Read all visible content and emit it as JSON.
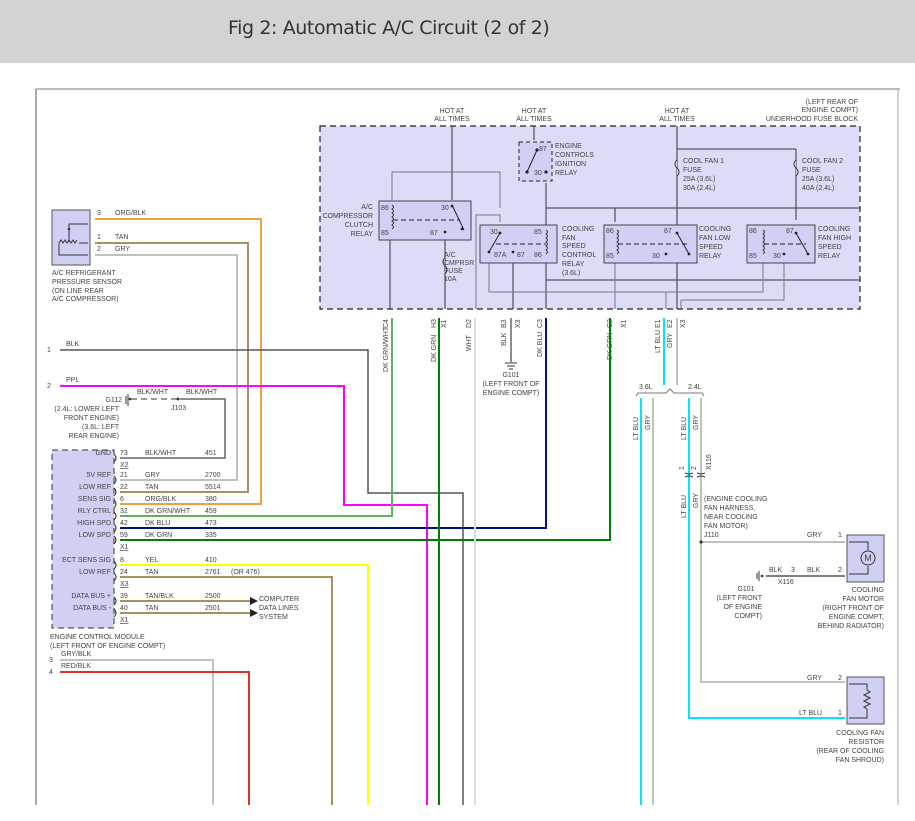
{
  "header": {
    "title": "Fig 2: Automatic A/C Circuit (2 of 2)"
  },
  "colors": {
    "header_bg": "#d3d3d3",
    "fuse_block_fill": "#dcdcf8",
    "component_fill": "#d0d0f5",
    "wire_org_blk": "#f0a040",
    "wire_tan": "#a89060",
    "wire_gry": "#c0c0c0",
    "wire_blk": "#555555",
    "wire_ppl": "#ff00ff",
    "wire_dk_grn": "#008000",
    "wire_dk_grn_wht": "#60b060",
    "wire_dk_blu": "#001080",
    "wire_yel": "#ffff00",
    "wire_red_blk": "#e03030",
    "wire_lt_blu": "#00e5ff",
    "wire_wht": "#dddddd"
  },
  "fuse_block": {
    "location": [
      "(LEFT REAR OF",
      "ENGINE COMPT)",
      "UNDERHOOD FUSE BLOCK"
    ],
    "hot_labels": [
      [
        "HOT AT",
        "ALL TIMES"
      ],
      [
        "HOT AT",
        "ALL TIMES"
      ],
      [
        "HOT AT",
        "ALL TIMES"
      ]
    ],
    "ignition_relay": {
      "label": [
        "ENGINE",
        "CONTROLS",
        "IGNITION",
        "RELAY"
      ],
      "pins": [
        "87",
        "30"
      ]
    },
    "cool_fan_1_fuse": {
      "label": [
        "COOL FAN 1",
        "FUSE",
        "25A  (3.6L)",
        "30A  (2.4L)"
      ]
    },
    "cool_fan_2_fuse": {
      "label": [
        "COOL FAN 2",
        "FUSE",
        "25A   (3.6L)",
        "40A   (2.4L)"
      ]
    },
    "ac_clutch_relay": {
      "label": [
        "A/C",
        "COMPRESSOR",
        "CLUTCH",
        "RELAY"
      ],
      "pins": [
        "86",
        "30",
        "85",
        "87"
      ]
    },
    "ac_fuse": {
      "label": [
        "A/C",
        "CMPRSR",
        "FUSE",
        "10A"
      ]
    },
    "speed_control_relay": {
      "label": [
        "COOLING",
        "FAN",
        "SPEED",
        "CONTROL",
        "RELAY",
        "(3.6L)"
      ],
      "pins": [
        "30",
        "85",
        "87A",
        "87",
        "86"
      ]
    },
    "low_speed_relay": {
      "label": [
        "COOLING",
        "FAN LOW",
        "SPEED",
        "RELAY"
      ],
      "pins": [
        "86",
        "87",
        "85",
        "30"
      ]
    },
    "high_speed_relay": {
      "label": [
        "COOLING",
        "FAN HIGH",
        "SPEED",
        "RELAY"
      ],
      "pins": [
        "86",
        "87",
        "85",
        "30"
      ]
    },
    "connectors": [
      {
        "pin": "C4",
        "conn": "",
        "wire": "DK GRN/WHT"
      },
      {
        "pin": "H3",
        "conn": "X1",
        "wire": "DK GRN"
      },
      {
        "pin": "D2",
        "conn": "",
        "wire": "WHT"
      },
      {
        "pin": "B3",
        "conn": "X3",
        "wire": "BLK"
      },
      {
        "pin": "C3",
        "conn": "",
        "wire": "DK BLU"
      },
      {
        "pin": "C2",
        "conn": "X1",
        "wire": "DK GRN"
      },
      {
        "pin": "E1",
        "conn": "",
        "wire": "LT BLU"
      },
      {
        "pin": "E2",
        "conn": "",
        "wire": "GRY"
      },
      {
        "pin": "",
        "conn": "X3",
        "wire": ""
      }
    ]
  },
  "ground_g101_top": {
    "id": "G101",
    "location": [
      "(LEFT FRONT OF",
      "ENGINE COMPT)"
    ]
  },
  "pressure_sensor": {
    "label": [
      "A/C REFRIGERANT",
      "PRESSURE SENSOR",
      "(ON LINE REAR",
      "A/C COMPRESSOR)"
    ],
    "pins": [
      {
        "pin": "3",
        "wire": "ORG/BLK"
      },
      {
        "pin": "1",
        "wire": "TAN"
      },
      {
        "pin": "2",
        "wire": "GRY"
      }
    ]
  },
  "offpage": [
    {
      "pin": "1",
      "wire": "BLK"
    },
    {
      "pin": "2",
      "wire": "PPL"
    },
    {
      "pin": "3",
      "wire": "GRY/BLK"
    },
    {
      "pin": "4",
      "wire": "RED/BLK"
    }
  ],
  "ground_g112": {
    "id": "G112",
    "wire_left": "BLK/WHT",
    "wire_right": "BLK/WHT",
    "splice": "J103",
    "location": [
      "(2.4L: LOWER LEFT",
      "FRONT ENGINE)",
      "(3.6L: LEFT",
      "REAR ENGINE)"
    ]
  },
  "ecm": {
    "label": [
      "ENGINE CONTROL MODULE",
      "(LEFT FRONT OF ENGINE COMPT)"
    ],
    "rows": [
      {
        "func": "GND",
        "pin": "73",
        "wire": "BLK/WHT",
        "circuit": "451",
        "conn": "X2"
      },
      {
        "func": "5V REF",
        "pin": "21",
        "wire": "GRY",
        "circuit": "2700",
        "conn": ""
      },
      {
        "func": "LOW REF",
        "pin": "22",
        "wire": "TAN",
        "circuit": "5514",
        "conn": ""
      },
      {
        "func": "SENS SIG",
        "pin": "6",
        "wire": "ORG/BLK",
        "circuit": "380",
        "conn": ""
      },
      {
        "func": "RLY CTRL",
        "pin": "32",
        "wire": "DK GRN/WHT",
        "circuit": "459",
        "conn": ""
      },
      {
        "func": "HIGH SPD",
        "pin": "42",
        "wire": "DK BLU",
        "circuit": "473",
        "conn": ""
      },
      {
        "func": "LOW SPD",
        "pin": "59",
        "wire": "DK GRN",
        "circuit": "335",
        "conn": "X1"
      },
      {
        "func": "ECT SENS SIG",
        "pin": "8",
        "wire": "YEL",
        "circuit": "410",
        "conn": ""
      },
      {
        "func": "LOW REF",
        "pin": "24",
        "wire": "TAN",
        "circuit": "2761",
        "note": "(OR 476)",
        "conn": "X3"
      },
      {
        "func": "DATA BUS +",
        "pin": "39",
        "wire": "TAN/BLK",
        "circuit": "2500",
        "conn": ""
      },
      {
        "func": "DATA BUS -",
        "pin": "40",
        "wire": "TAN",
        "circuit": "2501",
        "conn": "X1"
      }
    ],
    "data_lines": [
      "COMPUTER",
      "DATA LINES",
      "SYSTEM"
    ]
  },
  "fan_branch": {
    "variant_36": "3.6L",
    "variant_24": "2.4L",
    "wires": [
      "LT BLU",
      "GRY",
      "LT BLU",
      "GRY"
    ],
    "harness_conn": "X116",
    "harness_pins": [
      "1",
      "2"
    ],
    "harness_wires": [
      "LT BLU",
      "GRY"
    ],
    "harness_label": [
      "(ENGINE COOLING",
      "FAN HARNESS,",
      "NEAR COOLING",
      "FAN MOTOR)"
    ],
    "splice": "J110"
  },
  "fan_motor": {
    "label": [
      "COOLING",
      "FAN MOTOR",
      "(RIGHT FRONT OF",
      "ENGINE COMPT,",
      "BEHIND RADIATOR)"
    ],
    "symbol": "M",
    "pin1_wire": "GRY",
    "pin1": "1",
    "pin2_wire": "BLK",
    "pin2": "2",
    "ground_wire": "BLK",
    "ground_pin": "3",
    "ground_conn": "X116",
    "ground": {
      "id": "G101",
      "location": [
        "(LEFT FRONT",
        "OF ENGINE",
        "COMPT)"
      ]
    }
  },
  "fan_resistor": {
    "label": [
      "COOLING FAN",
      "RESISTOR",
      "(REAR OF COOLING",
      "FAN SHROUD)"
    ],
    "pin2_wire": "GRY",
    "pin2": "2",
    "pin1_wire": "LT BLU",
    "pin1": "1"
  }
}
